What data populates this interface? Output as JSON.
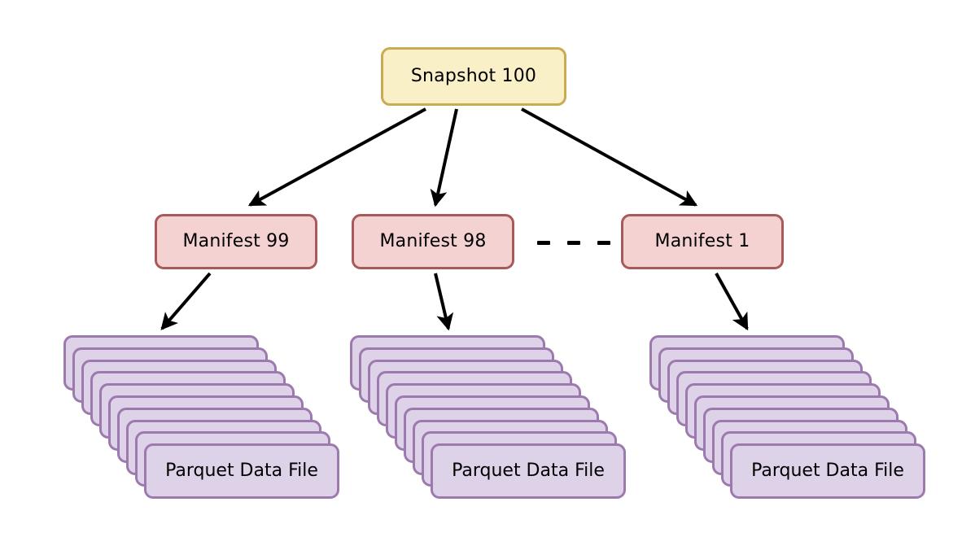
{
  "diagram": {
    "title": "Iceberg snapshot to manifest to parquet data file tree",
    "background_color": "#ffffff",
    "colors": {
      "snapshot_fill": "#faf0c8",
      "snapshot_border": "#c9ab52",
      "manifest_fill": "#f4d2d2",
      "manifest_border": "#a85a5a",
      "parquet_fill": "#ded2e8",
      "parquet_border": "#9c7aae",
      "arrow": "#000000",
      "text": "#000000"
    }
  },
  "snapshot": {
    "label": "Snapshot 100"
  },
  "manifests": [
    {
      "label": "Manifest 99"
    },
    {
      "label": "Manifest 98"
    },
    {
      "label": "Manifest 1"
    }
  ],
  "ellipsis": {
    "dash_count": 3,
    "label": "- - -"
  },
  "stacks": [
    {
      "front_label": "Parquet Data File",
      "card_count": 10
    },
    {
      "front_label": "Parquet Data File",
      "card_count": 10
    },
    {
      "front_label": "Parquet Data File",
      "card_count": 10
    }
  ],
  "edges": [
    {
      "from": "Snapshot 100",
      "to": "Manifest 99"
    },
    {
      "from": "Snapshot 100",
      "to": "Manifest 98"
    },
    {
      "from": "Snapshot 100",
      "to": "Manifest 1"
    },
    {
      "from": "Manifest 99",
      "to": "Parquet Data File"
    },
    {
      "from": "Manifest 98",
      "to": "Parquet Data File"
    },
    {
      "from": "Manifest 1",
      "to": "Parquet Data File"
    }
  ]
}
